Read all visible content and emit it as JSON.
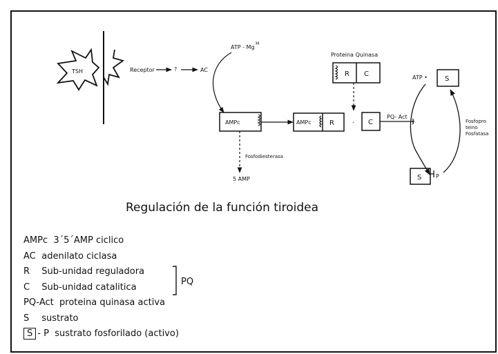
{
  "diagram": {
    "tsh": "TSH",
    "receptor": "Receptor",
    "question": "?",
    "ac": "AC",
    "atp_mg": "ATP - Mg",
    "atp_mg_sup": "H",
    "proteina_quinasa": "Proteina Quinasa",
    "r": "R",
    "c": "C",
    "ampc": "AMPc",
    "ampc2": "AMPc",
    "r2": "R",
    "dot": "·",
    "c2": "C",
    "pq_act": "PQ- Act",
    "atp_s": "ATP •",
    "s_top": "S",
    "fosfodiesterasa": "Fosfodiesterasa",
    "five_amp": "5 AMP",
    "fosfoproteino_1": "Fosfopro",
    "fosfoproteino_2": "teino",
    "fosfoproteino_3": "Fosfatasa",
    "s_bottom": "S",
    "p": "P",
    "title": "Regulación de la función tiroidea"
  },
  "legend": {
    "items": [
      {
        "code": "AMPc",
        "text": "3´5´AMP ciclico"
      },
      {
        "code": "AC",
        "text": "adenilato ciclasa"
      },
      {
        "code": "R",
        "text": "Sub-unidad reguladora"
      },
      {
        "code": "C",
        "text": "Sub-unidad catalitica"
      },
      {
        "code": "PQ-Act",
        "text": "proteina quinasa activa"
      },
      {
        "code": "S",
        "text": "sustrato"
      }
    ],
    "pq_bracket": "PQ",
    "last": {
      "box": "S",
      "suffix": "- P",
      "text": "sustrato fosforilado (activo)"
    }
  }
}
